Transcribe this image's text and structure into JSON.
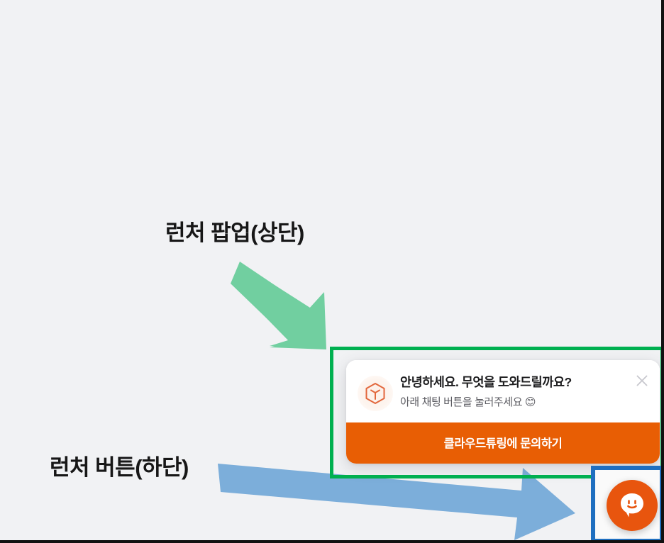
{
  "page": {
    "background_color": "#f1f2f4",
    "border_color": "#111111"
  },
  "annotations": {
    "popup_label": "런처 팝업(상단)",
    "button_label": "런처 버튼(하단)",
    "green_arrow_color": "#71cfa0",
    "blue_arrow_color": "#7caeda",
    "popup_highlight_color": "#00b050",
    "launcher_highlight_color": "#1f6fc0"
  },
  "launcher_popup": {
    "title": "안녕하세요. 무엇을 도와드릴까요?",
    "subtitle": "아래 채팅 버튼을 눌러주세요 😊",
    "cta_label": "클라우드튜링에 문의하기",
    "cta_color": "#e85e04",
    "avatar_icon": "cube-logo-icon",
    "close_icon": "close-icon"
  },
  "launcher_button": {
    "icon": "chat-bubble-smiley-icon",
    "color": "#e8550e"
  }
}
